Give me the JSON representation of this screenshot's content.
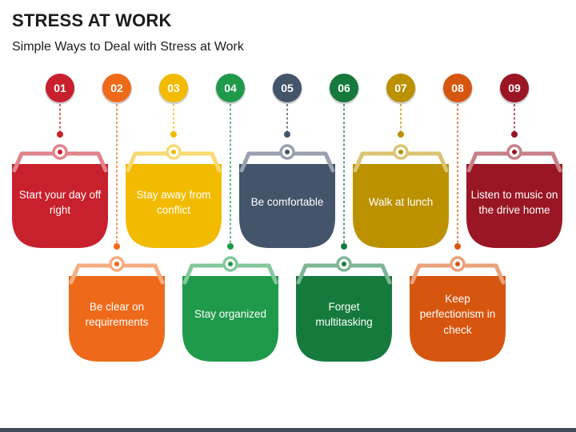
{
  "title": "STRESS AT WORK",
  "subtitle": "Simple Ways to Deal with Stress at Work",
  "steps": [
    {
      "number": "01",
      "text": "Start your day off right",
      "color": "#c8202d",
      "row": "top"
    },
    {
      "number": "02",
      "text": "Be clear on requirements",
      "color": "#ee6a1a",
      "row": "bottom"
    },
    {
      "number": "03",
      "text": "Stay away from conflict",
      "color": "#f2bb00",
      "row": "top"
    },
    {
      "number": "04",
      "text": "Stay organized",
      "color": "#1f9a4a",
      "row": "bottom"
    },
    {
      "number": "05",
      "text": "Be comfortable",
      "color": "#44546a",
      "row": "top"
    },
    {
      "number": "06",
      "text": "Forget multitasking",
      "color": "#157a3c",
      "row": "bottom"
    },
    {
      "number": "07",
      "text": "Walk at lunch",
      "color": "#bb9100",
      "row": "top"
    },
    {
      "number": "08",
      "text": "Keep perfectionism in check",
      "color": "#d65610",
      "row": "bottom"
    },
    {
      "number": "09",
      "text": "Listen to music on the drive home",
      "color": "#9a1624",
      "row": "top"
    }
  ]
}
